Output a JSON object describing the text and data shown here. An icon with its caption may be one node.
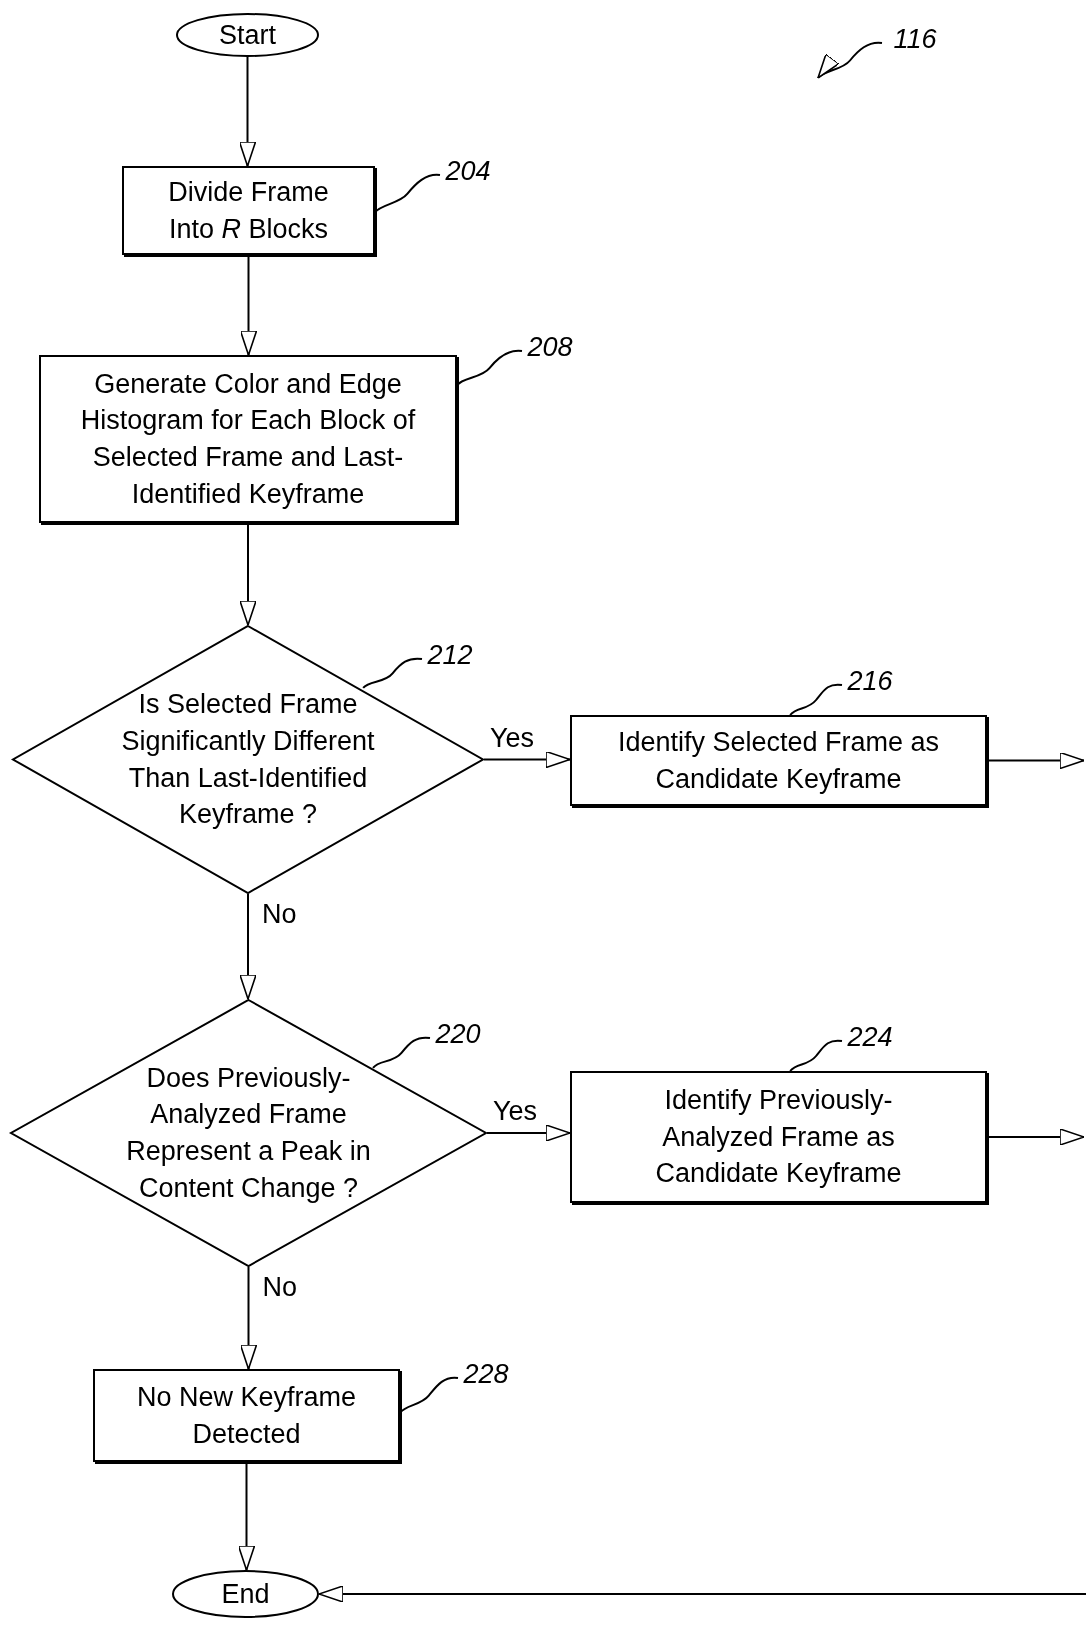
{
  "diagram": {
    "nodes": [
      {
        "text": [
          "Start"
        ]
      },
      {
        "text": [
          "Divide Frame Into *R* Blocks"
        ]
      },
      {
        "text": [
          "Generate Color and Edge Histogram for Each Block of Selected Frame and Last-Identified Keyframe"
        ]
      },
      {
        "text": [
          "Is Selected Frame Significantly Different Than Last-Identified Keyframe ?"
        ]
      },
      {
        "text": [
          "Identify Selected Frame as Candidate Keyframe"
        ]
      },
      {
        "text": [
          "Does Previously-Analyzed Frame Represent a Peak in Content Change ?"
        ]
      },
      {
        "text": [
          "Identify Previously-Analyzed Frame as Candidate Keyframe"
        ]
      },
      {
        "text": [
          "No New Keyframe Detected"
        ]
      },
      {
        "text": [
          "End"
        ]
      },
      {
        "text": [
          "116"
        ]
      },
      {
        "text": [
          "204"
        ]
      },
      {
        "text": [
          "208"
        ]
      },
      {
        "text": [
          "212"
        ]
      },
      {
        "text": [
          "216"
        ]
      },
      {
        "text": [
          "220"
        ]
      },
      {
        "text": [
          "224"
        ]
      },
      {
        "text": [
          "228"
        ]
      }
    ],
    "edges": [
      {
        "from": 0,
        "to": 1,
        "arrow": "to"
      },
      {
        "from": 1,
        "to": 2,
        "arrow": "to"
      },
      {
        "from": 2,
        "to": 3,
        "arrow": "to"
      },
      {
        "from": 3,
        "to": 4,
        "arrow": "to",
        "label": "Yes"
      },
      {
        "from": 3,
        "to": 5,
        "arrow": "to",
        "label": "No"
      },
      {
        "from": 5,
        "to": 6,
        "arrow": "to",
        "label": "Yes"
      },
      {
        "from": 5,
        "to": 7,
        "arrow": "to",
        "label": "No"
      },
      {
        "from": 7,
        "to": 8,
        "arrow": "to"
      },
      {
        "from": 4,
        "to": null,
        "arrow": "to"
      },
      {
        "from": 6,
        "to": null,
        "arrow": "to"
      },
      {
        "from": null,
        "to": 8,
        "arrow": "to"
      },
      {
        "from": 9,
        "to": null,
        "arrow": "to"
      },
      {
        "from": 10,
        "to": 1,
        "arrow": "none"
      },
      {
        "from": 11,
        "to": 2,
        "arrow": "none"
      },
      {
        "from": 12,
        "to": 3,
        "arrow": "none"
      },
      {
        "from": 13,
        "to": 4,
        "arrow": "none"
      },
      {
        "from": 14,
        "to": 5,
        "arrow": "none"
      },
      {
        "from": 15,
        "to": 6,
        "arrow": "none"
      },
      {
        "from": 16,
        "to": 7,
        "arrow": "none"
      }
    ]
  }
}
